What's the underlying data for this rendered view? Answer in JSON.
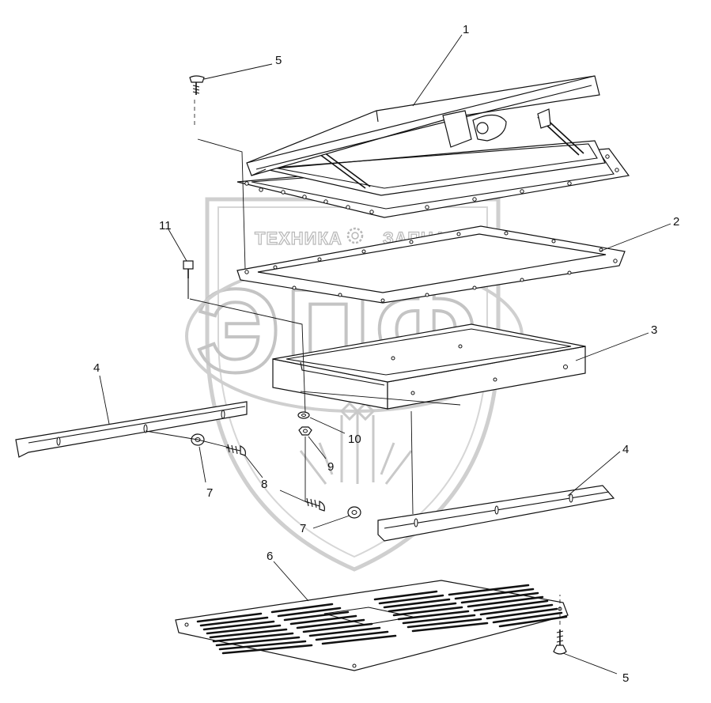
{
  "watermark": {
    "left_text": "ТЕХНИКА",
    "right_text": "ЗАПЧАСТИ",
    "logo_letters": "ЭПФ"
  },
  "callouts": [
    {
      "id": "c1",
      "label": "1"
    },
    {
      "id": "c2",
      "label": "2"
    },
    {
      "id": "c3",
      "label": "3"
    },
    {
      "id": "c4a",
      "label": "4"
    },
    {
      "id": "c4b",
      "label": "4"
    },
    {
      "id": "c5a",
      "label": "5"
    },
    {
      "id": "c5b",
      "label": "5"
    },
    {
      "id": "c6",
      "label": "6"
    },
    {
      "id": "c7a",
      "label": "7"
    },
    {
      "id": "c7b",
      "label": "7"
    },
    {
      "id": "c8",
      "label": "8"
    },
    {
      "id": "c9",
      "label": "9"
    },
    {
      "id": "c10",
      "label": "10"
    },
    {
      "id": "c11",
      "label": "11"
    }
  ]
}
